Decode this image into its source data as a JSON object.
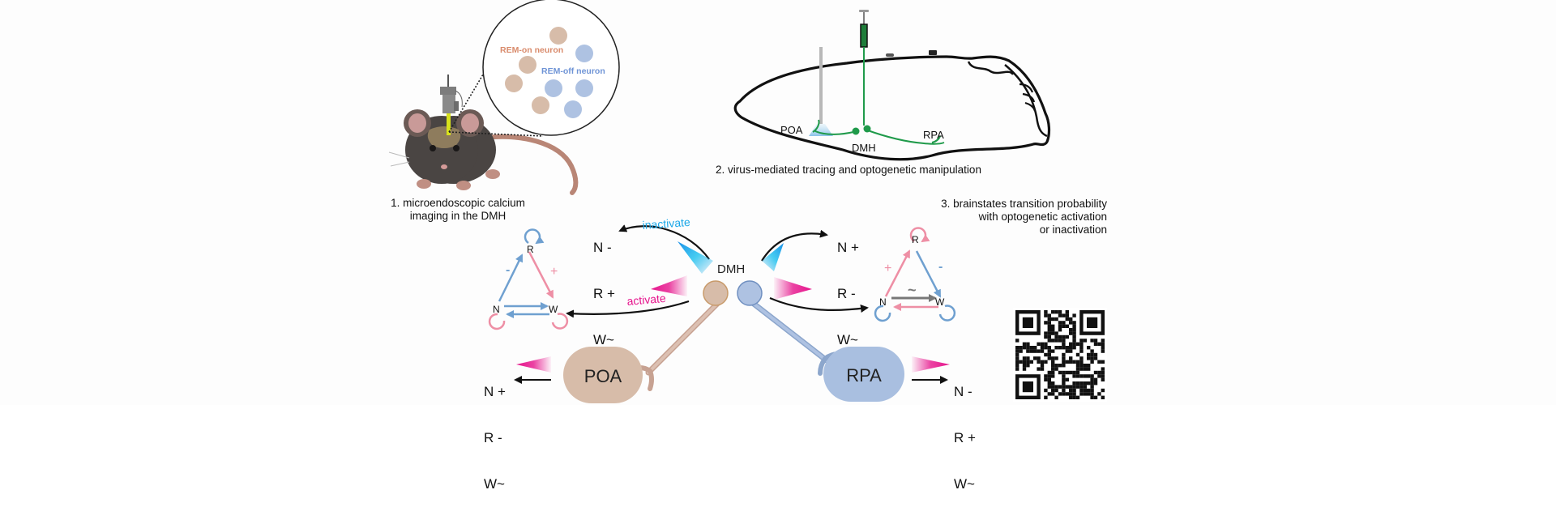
{
  "figure": {
    "panels": [
      {
        "id": "panel-1",
        "caption_line1": "1. microendoscopic calcium",
        "caption_line2": "imaging in the DMH",
        "inset": {
          "rem_on_label": "REM-on neuron",
          "rem_off_label": "REM-off neuron",
          "rem_on_color": "#c9a58f",
          "rem_off_color": "#9db4db",
          "rem_on_text_color": "#d98b6c",
          "rem_off_text_color": "#6f94d6"
        }
      },
      {
        "id": "panel-2",
        "caption": "2. virus-mediated tracing and optogenetic manipulation",
        "labels": {
          "poa": "POA",
          "dmh": "DMH",
          "rpa": "RPA"
        },
        "tract_color": "#1f9a4a"
      },
      {
        "id": "panel-3",
        "caption_line1": "3. brainstates transition probability",
        "caption_line2": "with optogenetic activation",
        "caption_line3": "or inactivation"
      }
    ],
    "center": {
      "dmh_label": "DMH",
      "inactivate_label": "inactivate",
      "activate_label": "activate",
      "inactivate_color": "#1aa7e8",
      "activate_color": "#e6148c",
      "left_neuron_color": "#d7b9a8",
      "right_neuron_color": "#a9bfe0"
    },
    "effects": {
      "top_left": [
        "N -",
        "R +",
        "W~"
      ],
      "top_right": [
        "N +",
        "R -",
        "W~"
      ],
      "bottom_left": [
        "N +",
        "R -",
        "W~"
      ],
      "bottom_right": [
        "N -",
        "R +",
        "W~"
      ]
    },
    "targets": {
      "poa": "POA",
      "rpa": "RPA"
    },
    "state_triangles": {
      "left": {
        "nodes": [
          "R",
          "N",
          "W"
        ],
        "minus_sign": "-",
        "plus_sign": "+",
        "blue": "#6fa0d0",
        "pink": "#ee8fa5"
      },
      "right": {
        "nodes": [
          "R",
          "N",
          "W"
        ],
        "minus_sign": "-",
        "plus_sign": "+",
        "tilde": "~",
        "blue": "#6fa0d0",
        "pink": "#ee8fa5",
        "gray": "#777777"
      }
    },
    "qr_code": {
      "icon": "qr-code-icon"
    }
  }
}
